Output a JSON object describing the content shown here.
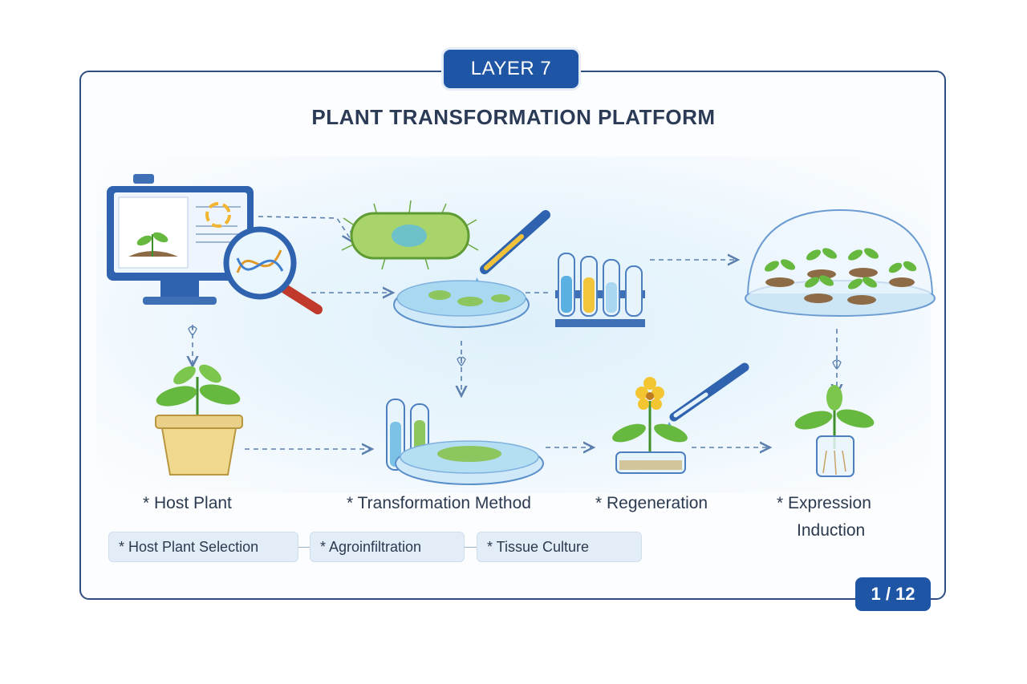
{
  "header": {
    "layer_badge": "LAYER 7",
    "title": "PLANT TRANSFORMATION PLATFORM"
  },
  "steps": [
    {
      "label": "* Host Plant"
    },
    {
      "label": "* Transformation Method"
    },
    {
      "label": "* Regeneration"
    },
    {
      "label_line1": "* Expression",
      "label_line2": "Induction"
    }
  ],
  "sub_steps": [
    {
      "label": "* Host Plant Selection"
    },
    {
      "label": "* Agroinfiltration"
    },
    {
      "label": "* Tissue Culture"
    }
  ],
  "pagination": {
    "text": "1 / 12"
  },
  "icons": [
    "monitor-icon",
    "magnifier-icon",
    "bacterium-icon",
    "dropper-icon",
    "petri-dish-icon",
    "test-tubes-icon",
    "dome-seedlings-icon",
    "potted-plant-icon",
    "flowering-plantlet-icon",
    "jar-plant-icon"
  ],
  "colors": {
    "accent": "#1f55a5",
    "border": "#2f4e80",
    "leaf": "#5fae3b"
  }
}
